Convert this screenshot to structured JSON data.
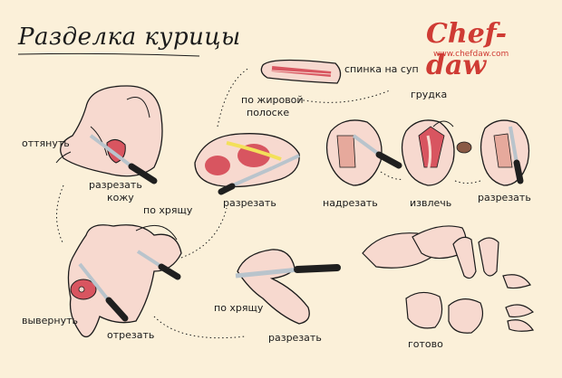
{
  "header": {
    "title": "Разделка курицы",
    "brand": "Chef-daw",
    "url": "www.chefdaw.com"
  },
  "labels": {
    "pull_back": "оттянуть",
    "cut_skin_1": "разрезать",
    "cut_skin_2": "кожу",
    "along_spine_top": "по хрящу",
    "twist": "вывернуть",
    "cut_off": "отрезать",
    "fat_strip_1": "по жировой",
    "fat_strip_2": "полоске",
    "cut_thigh": "разрезать",
    "back_for_soup": "спинка на суп",
    "breast": "грудка",
    "incise": "надрезать",
    "extract": "извлечь",
    "cut_breast": "разрезать",
    "along_cartilage": "по хрящу",
    "cut_drumstick": "разрезать",
    "done": "готово"
  },
  "colors": {
    "background": "#fbf0d9",
    "accent": "#cf3b34",
    "meat": "#d85560",
    "skin": "#f7d9cf",
    "knife_blade": "#b9c4cc",
    "knife_handle": "#1f1f1f",
    "fat": "#f3e05a"
  }
}
